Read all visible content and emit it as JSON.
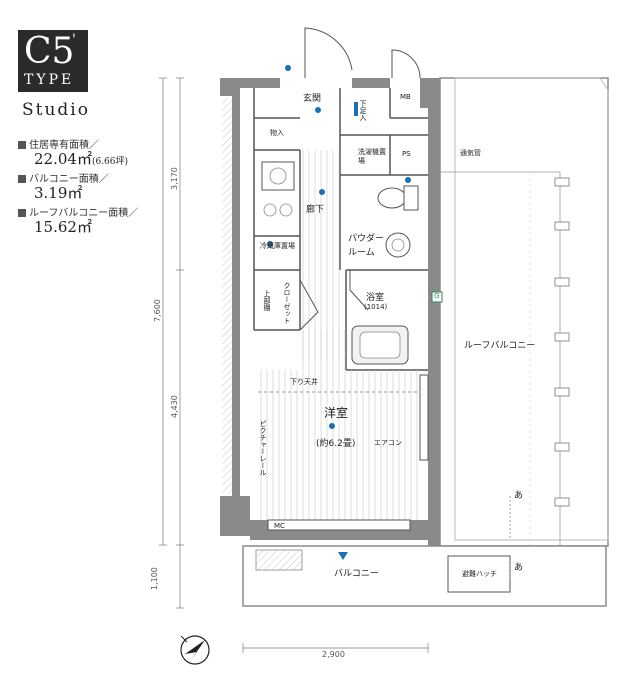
{
  "header": {
    "type_letter": "C5",
    "type_mark": "'",
    "type_word": "TYPE",
    "plan_name": "Studio"
  },
  "specs": [
    {
      "label": "住居専有面積／",
      "value": "22.04㎡",
      "note": "(6.66坪)"
    },
    {
      "label": "バルコニー面積／",
      "value": "3.19㎡",
      "note": ""
    },
    {
      "label": "ルーフバルコニー面積／",
      "value": "15.62㎡",
      "note": ""
    }
  ],
  "rooms": {
    "entrance": "玄関",
    "storage": "物入",
    "corridor": "廊下",
    "laundry": "洗濯機置場",
    "ps": "PS",
    "mb": "MB",
    "powder_room": "パウダールーム",
    "fridge": "冷蔵庫置場",
    "closet": "クローゼット",
    "upper_shelf": "上部棚",
    "bathroom": "浴室",
    "bathroom_size": "(1014)",
    "western_room": "洋室",
    "western_size": "(約6.2畳)",
    "roof_balcony": "ルーフバルコニー",
    "balcony": "バルコニー",
    "evac_hatch": "避難ハッチ",
    "shoe_box": "下足入",
    "picture_rail": "ピクチャーレール",
    "down_beam": "下り天井",
    "ac_sleeve": "エアコン",
    "air_vent": "通気管",
    "letter_g": "G",
    "marker_a1": "あ",
    "marker_a2": "あ",
    "mc": "MC"
  },
  "dimensions": {
    "upper": "3,170",
    "total": "7,600",
    "lower": "4,430",
    "balcony_depth": "1,100",
    "width": "2,900"
  },
  "colors": {
    "wall": "#8a8a8a",
    "floor": "#e6e6e6",
    "accent_blue": "#1a6fb5"
  },
  "icons": [
    "compass-icon",
    "evacuation-hatch-icon",
    "toilet-icon",
    "bathtub-icon",
    "sink-icon"
  ]
}
